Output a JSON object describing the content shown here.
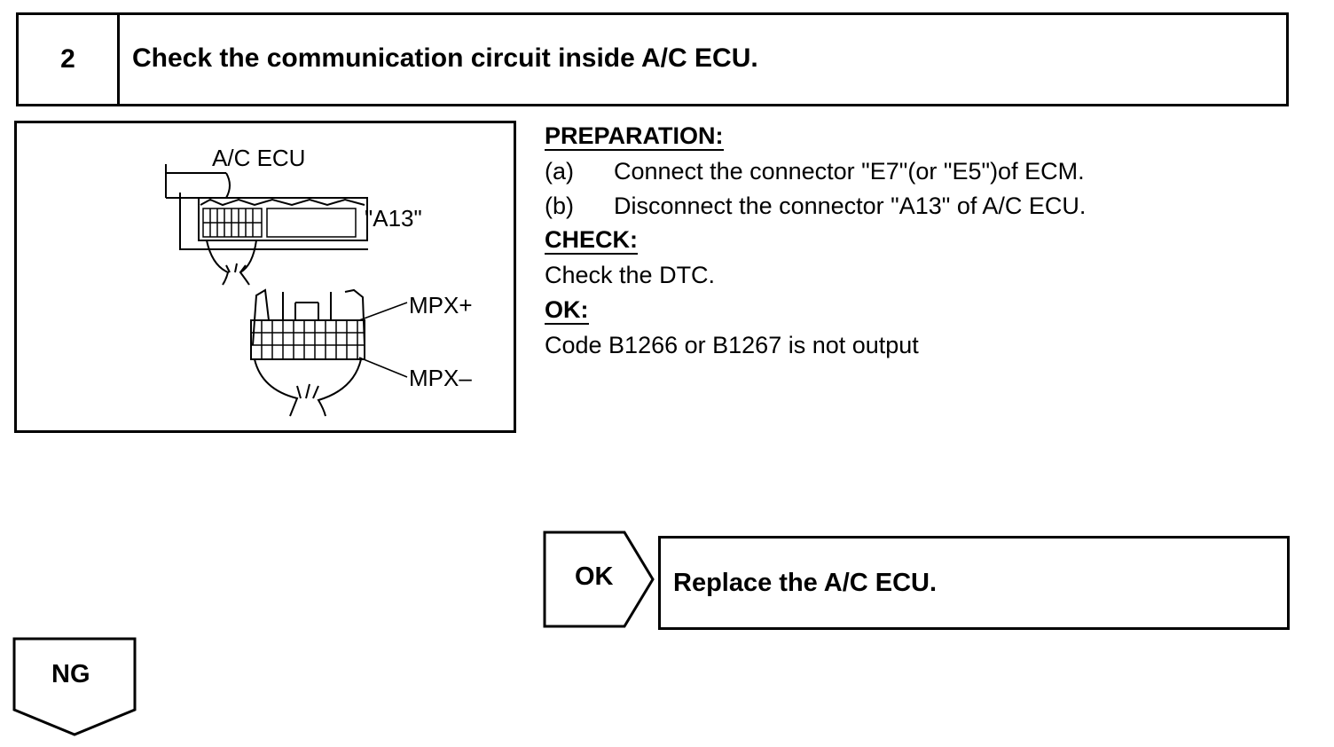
{
  "step": {
    "number": "2",
    "title": "Check the communication circuit inside A/C ECU."
  },
  "figure": {
    "ecu_label": "A/C ECU",
    "connector_label": "\"A13\"",
    "pin_plus_label": "MPX+",
    "pin_minus_label": "MPX–"
  },
  "preparation": {
    "heading": "PREPARATION:",
    "steps": [
      {
        "tag": "(a)",
        "text": "Connect the connector \"E7\"(or \"E5\")of ECM."
      },
      {
        "tag": "(b)",
        "text": "Disconnect the connector \"A13\" of A/C ECU."
      }
    ]
  },
  "check": {
    "heading": "CHECK:",
    "text": "Check the DTC."
  },
  "ok": {
    "heading": "OK:",
    "text": "Code B1266 or B1267 is not output"
  },
  "ok_branch": {
    "label": "OK",
    "action": "Replace the A/C ECU."
  },
  "ng_branch": {
    "label": "NG"
  }
}
